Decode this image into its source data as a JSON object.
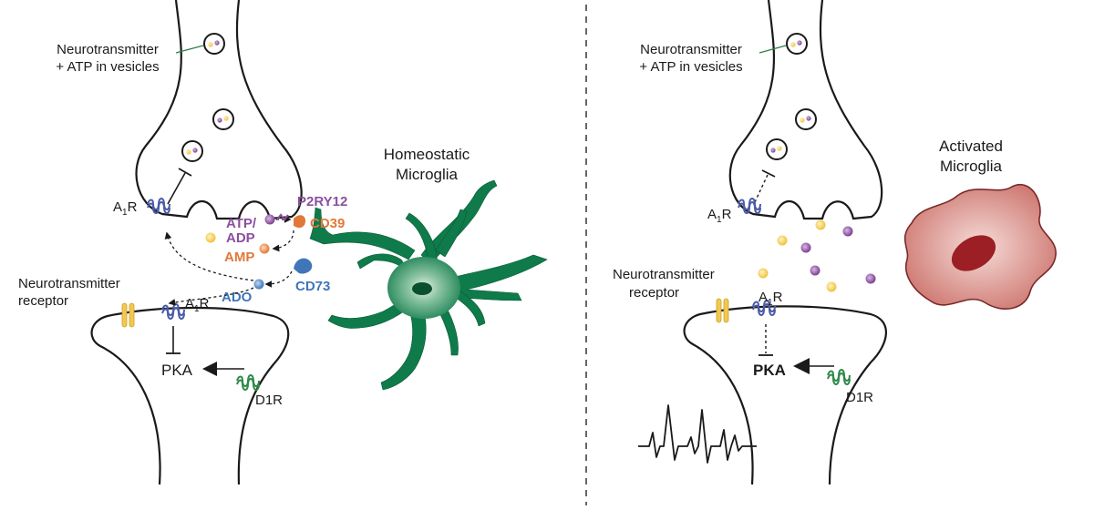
{
  "left_panel": {
    "vesicle_label_line1": "Neurotransmitter",
    "vesicle_label_line2": "+ ATP in vesicles",
    "a1r_pre": "A",
    "a1r_pre_sub": "1",
    "a1r_pre_tail": "R",
    "microglia_title_line1": "Homeostatic",
    "microglia_title_line2": "Microglia",
    "p2ry12": "P2RY12",
    "cd39": "CD39",
    "cd73": "CD73",
    "atp_adp_line1": "ATP/",
    "atp_adp_line2": "ADP",
    "amp": "AMP",
    "ado": "ADO",
    "receptor_line1": "Neurotransmitter",
    "receptor_line2": "receptor",
    "a1r_post": "A",
    "a1r_post_sub": "1",
    "a1r_post_tail": "R",
    "pka": "PKA",
    "d1r": "D1R"
  },
  "right_panel": {
    "vesicle_label_line1": "Neurotransmitter",
    "vesicle_label_line2": "+ ATP in vesicles",
    "a1r_pre": "A",
    "a1r_pre_sub": "1",
    "a1r_pre_tail": "R",
    "microglia_title_line1": "Activated",
    "microglia_title_line2": "Microglia",
    "receptor_line1": "Neurotransmitter",
    "receptor_line2": "receptor",
    "a1r_post": "A",
    "a1r_post_sub": "1",
    "a1r_post_tail": "R",
    "pka": "PKA",
    "d1r": "D1R"
  },
  "colors": {
    "atp_purple": "#8b4f9e",
    "amp_orange": "#e0793a",
    "ado_blue": "#3f76b8",
    "microglia_green": "#0f7a4a",
    "activated_red": "#c96a63",
    "receptor_yellow": "#f2c94c"
  }
}
